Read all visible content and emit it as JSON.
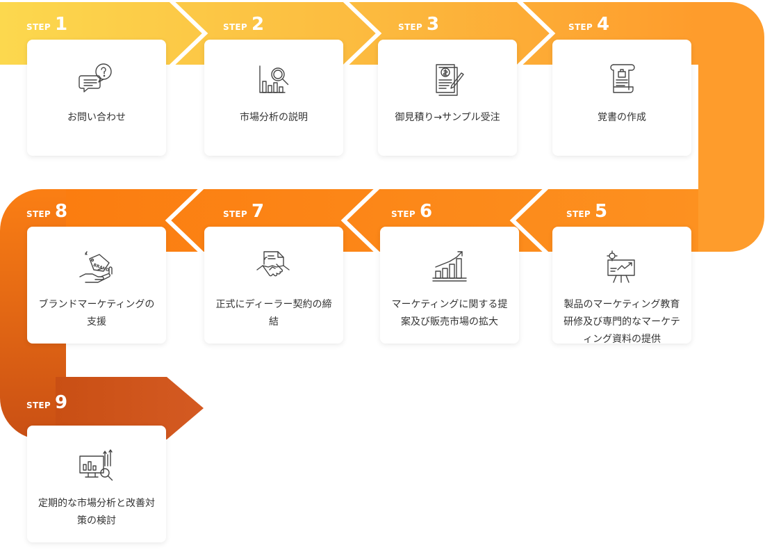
{
  "colors": {
    "row1_start": "#fcd54a",
    "row1_end": "#fe9c2c",
    "row2": "#fb8818",
    "row3_start": "#f08022",
    "row3_end": "#c64c1b",
    "card_text": "#333333",
    "icon_stroke": "#444444"
  },
  "steps": [
    {
      "word": "STEP",
      "num": "1",
      "text": "お問い合わせ",
      "icon": "speech-bubbles-question-icon"
    },
    {
      "word": "STEP",
      "num": "2",
      "text": "市場分析の説明",
      "icon": "bar-chart-magnifier-icon"
    },
    {
      "word": "STEP",
      "num": "3",
      "text": "御見積り→サンプル受注",
      "icon": "invoice-pen-icon"
    },
    {
      "word": "STEP",
      "num": "4",
      "text": "覚書の作成",
      "icon": "scroll-document-icon"
    },
    {
      "word": "STEP",
      "num": "5",
      "text": "製品のマーケティング教育研修及び専門的なマーケティング資料の提供",
      "icon": "presentation-board-icon"
    },
    {
      "word": "STEP",
      "num": "6",
      "text": "マーケティングに関する提案及び販売市場の拡大",
      "icon": "growth-bar-chart-icon"
    },
    {
      "word": "STEP",
      "num": "7",
      "text": "正式にディーラー契約の締結",
      "icon": "handshake-contract-icon"
    },
    {
      "word": "STEP",
      "num": "8",
      "text": "ブランドマーケティングの支援",
      "icon": "brand-tag-hand-icon"
    },
    {
      "word": "STEP",
      "num": "9",
      "text": "定期的な市場分析と改善対策の検討",
      "icon": "monitor-chart-magnifier-icon"
    }
  ]
}
